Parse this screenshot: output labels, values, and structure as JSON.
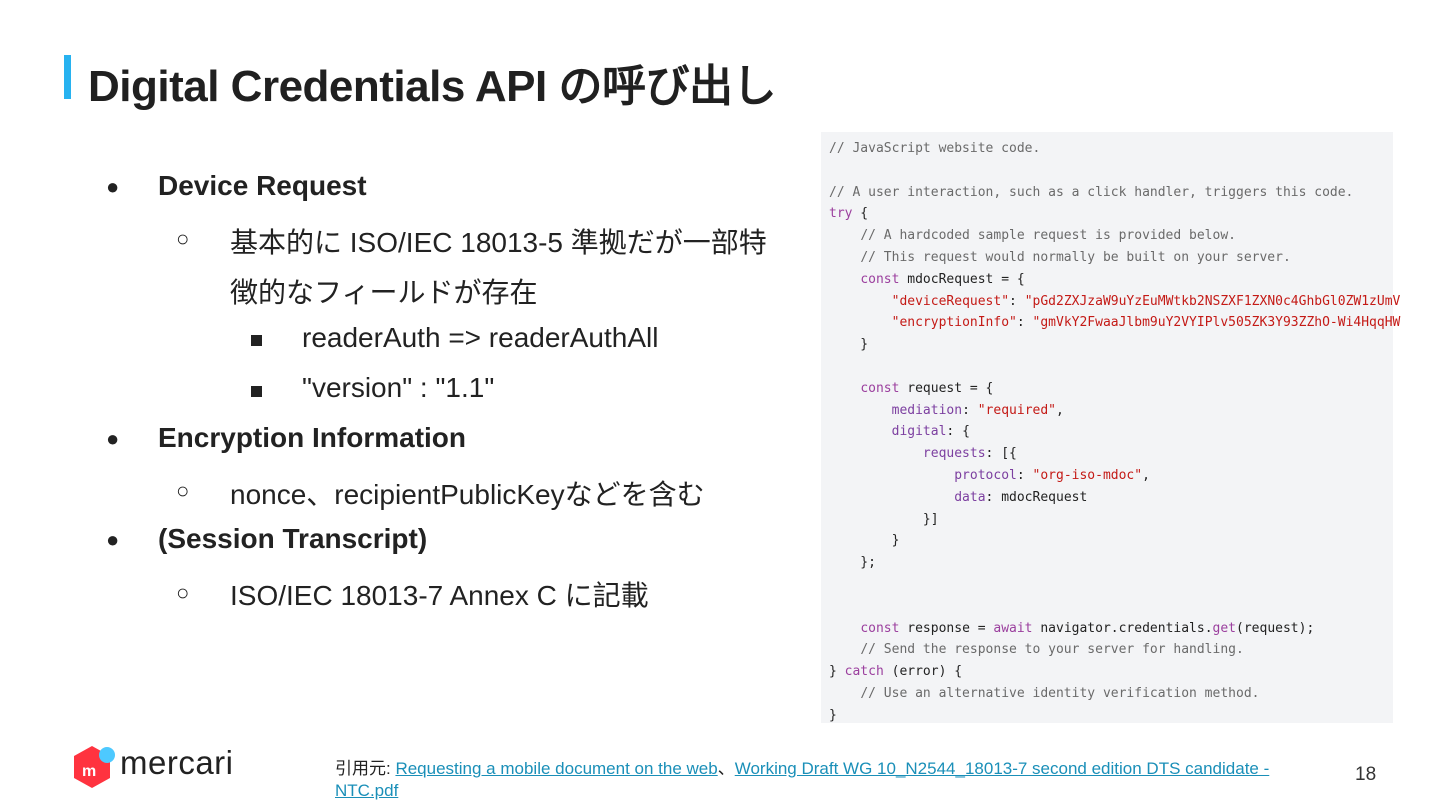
{
  "title": "Digital Credentials API の呼び出し",
  "bullets": {
    "item1": "Device Request",
    "item1_sub1_line1": "基本的に ISO/IEC 18013-5 準拠だが一部特",
    "item1_sub1_line2": "徴的なフィールドが存在",
    "item1_sub1_sub1": " readerAuth => readerAuthAll",
    "item1_sub1_sub2": "\"version\" : \"1.1\"",
    "item2": "Encryption Information",
    "item2_sub1": "nonce、recipientPublicKeyなどを含む",
    "item3": "(Session Transcript)",
    "item3_sub1": "ISO/IEC 18013-7 Annex C に記載"
  },
  "code": {
    "l1": "// JavaScript website code.",
    "l2": "// A user interaction, such as a click handler, triggers this code.",
    "try": "try",
    "c1": "// A hardcoded sample request is provided below.",
    "c2": "// This request would normally be built on your server.",
    "const": "const",
    "mdoc_decl": " mdocRequest = {",
    "dr_key": "\"deviceRequest\"",
    "dr_val": "\"pGd2ZXJzaW9uYzEuMWtkb2NSZXF1ZXN0c4GhbGl0ZW1zUmV",
    "ei_key": "\"encryptionInfo\"",
    "ei_val": "\"gmVkY2FwaaJlbm9uY2VYIPlv505ZK3Y93ZZhO-Wi4HqqHW",
    "req_decl": " request = {",
    "mediation": "mediation",
    "required": "\"required\"",
    "digital": "digital",
    "requests": "requests",
    "protocol": "protocol",
    "org": "\"org-iso-mdoc\"",
    "data": "data",
    "data_val": ": mdocRequest",
    "resp_decl": " response = ",
    "await": "await",
    "nav": " navigator.credentials.",
    "get": "get",
    "get_args": "(request);",
    "c3": "// Send the response to your server for handling.",
    "catch": "catch",
    "c4": "// Use an alternative identity verification method."
  },
  "footer": {
    "logo_text": "mercari",
    "cite_prefix": "引用元: ",
    "link1": "Requesting a mobile document on the web",
    "sep": "、",
    "link2": "Working Draft WG 10_N2544_18013-7 second edition DTS candidate - NTC.pdf",
    "page_number": "18"
  },
  "colors": {
    "accent": "#27b2f0",
    "logo_red": "#ff333f",
    "logo_blue": "#4dc9ff",
    "link": "#1a8fb8"
  }
}
